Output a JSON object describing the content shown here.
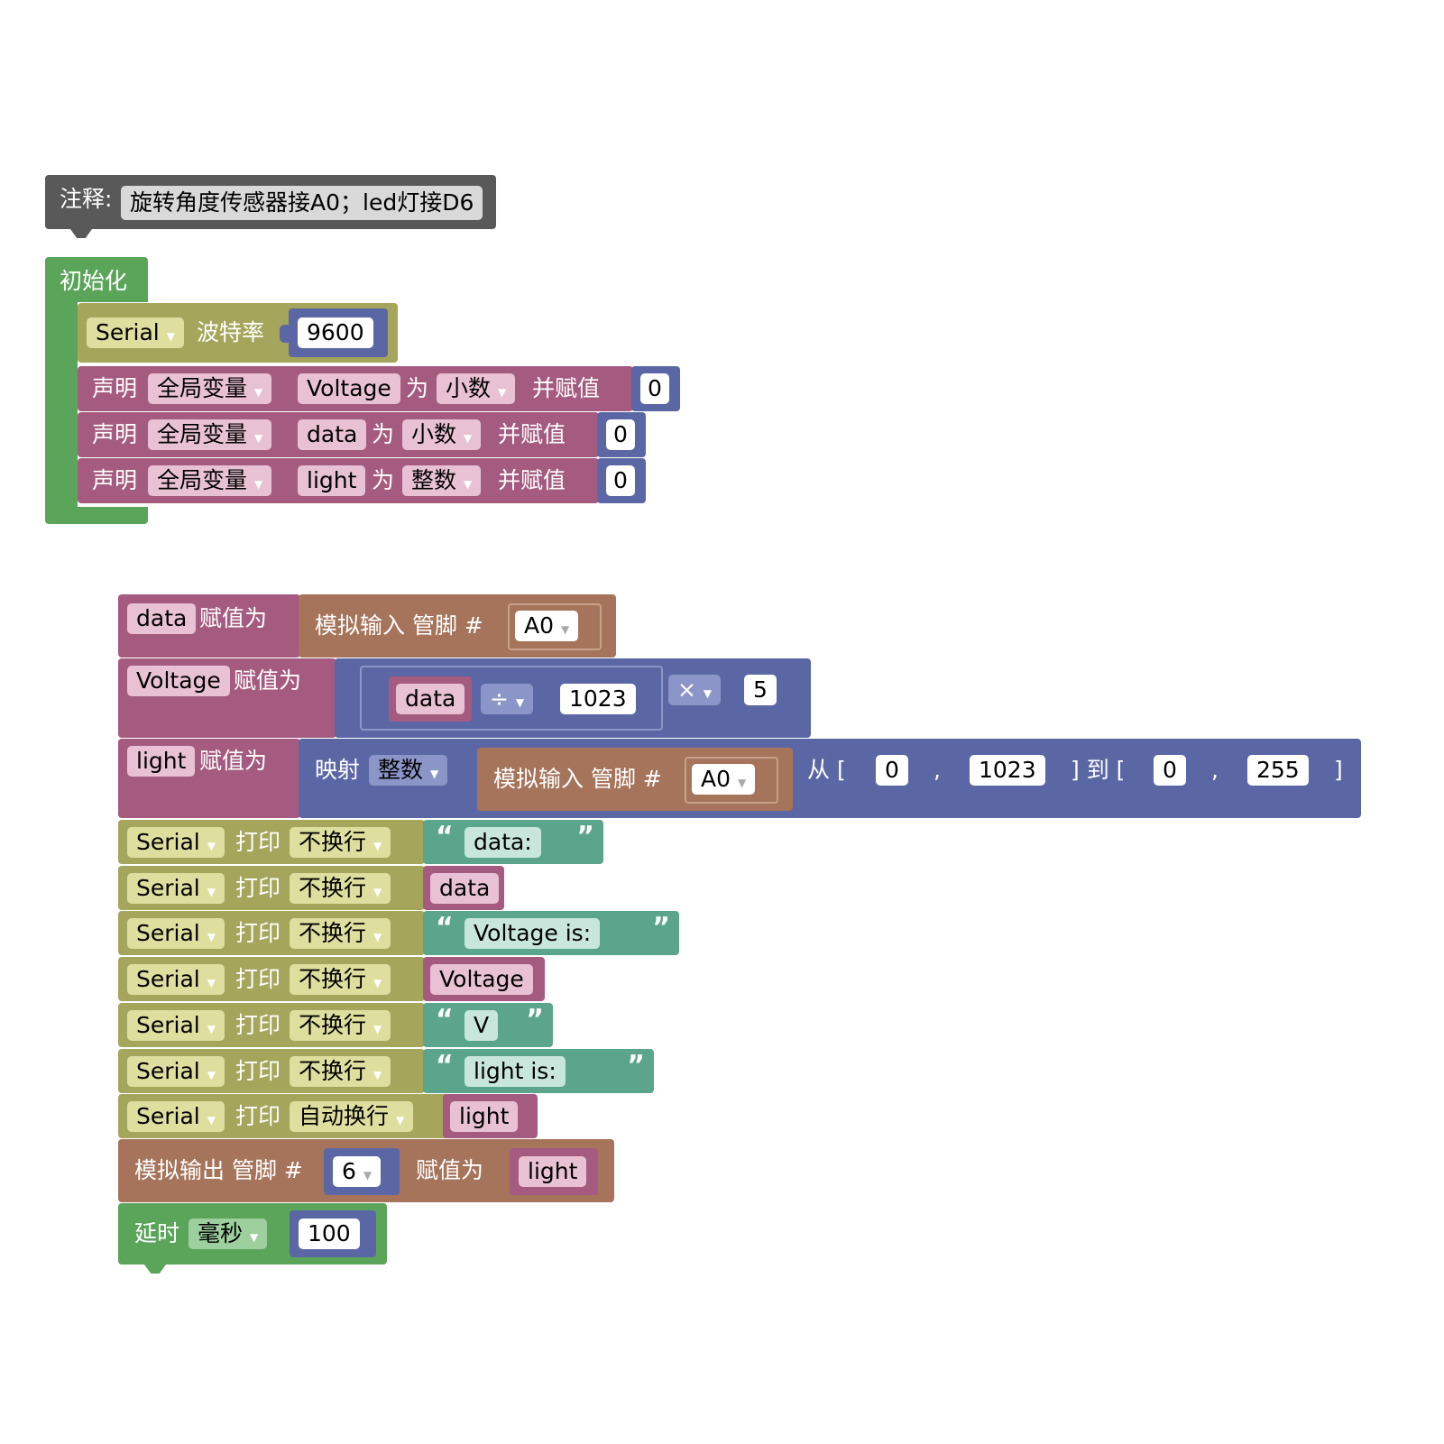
{
  "colors": {
    "comment": "#595959",
    "init": "#5ba55b",
    "serial": "#a5a55b",
    "var": "#a55b80",
    "math": "#5b67a5",
    "io": "#a5745b",
    "text": "#5ba58c",
    "pink_field": "#e8c2d4",
    "olive_field": "#dede9e",
    "grey_field": "#d9d9d9"
  },
  "comment": {
    "label": "注释:",
    "text": "旋转角度传感器接A0；led灯接D6"
  },
  "setup": {
    "title": "初始化",
    "serial": {
      "port": "Serial",
      "label": "波特率",
      "baud": "9600"
    },
    "decls": [
      {
        "kw": "声明",
        "scope": "全局变量",
        "name": "Voltage",
        "as": "为",
        "type": "小数",
        "assign": "并赋值",
        "value": "0"
      },
      {
        "kw": "声明",
        "scope": "全局变量",
        "name": "data",
        "as": "为",
        "type": "小数",
        "assign": "并赋值",
        "value": "0"
      },
      {
        "kw": "声明",
        "scope": "全局变量",
        "name": "light",
        "as": "为",
        "type": "整数",
        "assign": "并赋值",
        "value": "0"
      }
    ]
  },
  "loop": {
    "assign_label": "赋值为",
    "data_assign": {
      "var": "data",
      "fn": "模拟输入 管脚 #",
      "pin": "A0"
    },
    "voltage_assign": {
      "var": "Voltage",
      "inner_var": "data",
      "div": "÷",
      "divisor": "1023",
      "mul": "×",
      "factor": "5"
    },
    "light_assign": {
      "var": "light",
      "map": "映射",
      "map_type": "整数",
      "fn": "模拟输入 管脚 #",
      "pin": "A0",
      "from": "从 [",
      "from_lo": "0",
      "comma": ",",
      "from_hi": "1023",
      "to": "] 到 [",
      "to_lo": "0",
      "to_hi": "255",
      "close": "]"
    },
    "prints": [
      {
        "port": "Serial",
        "kw": "打印",
        "mode": "不换行",
        "kind": "text",
        "value": "data:"
      },
      {
        "port": "Serial",
        "kw": "打印",
        "mode": "不换行",
        "kind": "var",
        "value": "data"
      },
      {
        "port": "Serial",
        "kw": "打印",
        "mode": "不换行",
        "kind": "text",
        "value": "Voltage is:"
      },
      {
        "port": "Serial",
        "kw": "打印",
        "mode": "不换行",
        "kind": "var",
        "value": "Voltage"
      },
      {
        "port": "Serial",
        "kw": "打印",
        "mode": "不换行",
        "kind": "text",
        "value": "V"
      },
      {
        "port": "Serial",
        "kw": "打印",
        "mode": "不换行",
        "kind": "text",
        "value": "light is:"
      },
      {
        "port": "Serial",
        "kw": "打印",
        "mode": "自动换行",
        "kind": "var",
        "value": "light"
      }
    ],
    "analog_out": {
      "fn": "模拟输出 管脚 #",
      "pin": "6",
      "assign": "赋值为",
      "var": "light"
    },
    "delay": {
      "kw": "延时",
      "unit": "毫秒",
      "value": "100"
    }
  }
}
